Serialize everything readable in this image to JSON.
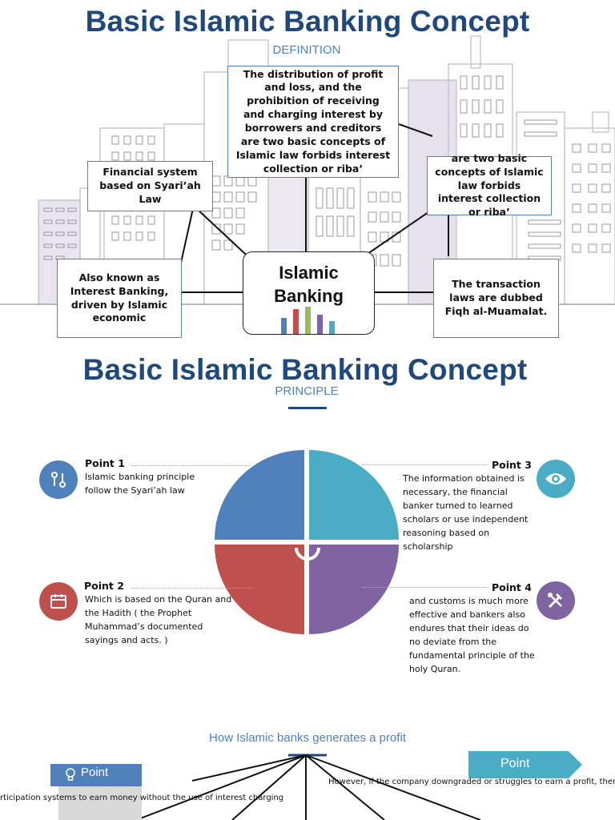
{
  "section1": {
    "title": "Basic Islamic Banking Concept",
    "subtitle": "DEFINITION",
    "center_label_line1": "Islamic",
    "center_label_line2": "Banking",
    "boxes": {
      "top": "The distribution of profit and loss, and the prohibition of receiving and charging interest by borrowers and creditors are two basic concepts of Islamic law forbids interest collection or riba’",
      "left_top": "Financial system based on Syari’ah Law",
      "right_top": "are two basic concepts of Islamic law forbids interest collection or riba’",
      "left_bottom": "Also  known as Interest Banking, driven by Islamic economic",
      "right_bottom": "The transaction laws are dubbed Fiqh al-Muamalat."
    },
    "bar_colors": [
      "#4f81bd",
      "#c0504d",
      "#9bbb59",
      "#8064a2",
      "#4bacc6"
    ]
  },
  "section2": {
    "title": "Basic Islamic Banking Concept",
    "subtitle": "PRINCIPLE",
    "points": [
      {
        "title": "Point 1",
        "text": "Islamic banking principle follow the Syari’ah law",
        "color": "#4f81bd",
        "icon": "chain-link-icon"
      },
      {
        "title": "Point 2",
        "text": "Which is based on the Quran and the Hadith ( the Prophet Muhammad’s documented sayings and acts. )",
        "color": "#c0504d",
        "icon": "calendar-icon"
      },
      {
        "title": "Point 3",
        "text": "The information obtained is necessary, the financial banker turned to learned scholars or use independent reasoning based on scholarship",
        "color": "#4bacc6",
        "icon": "eye-icon"
      },
      {
        "title": "Point 4",
        "text": "and customs is much more effective and bankers also endures that their ideas do no deviate from the fundamental principle of the holy Quran.",
        "color": "#8064a2",
        "icon": "tools-icon"
      }
    ]
  },
  "section3": {
    "title": "How Islamic banks generates a profit",
    "left_tag": "Point",
    "right_tag": "Point",
    "left_text": "rticipation systems to earn money without the use of interest charging",
    "right_text": "However, if the company downgraded or struggles to earn a profit, then the ba"
  }
}
